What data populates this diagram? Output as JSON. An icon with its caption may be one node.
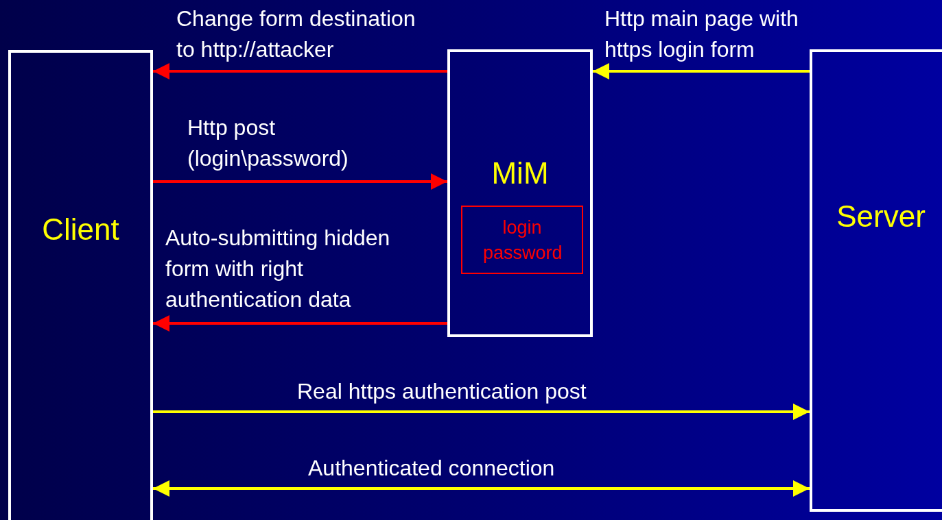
{
  "diagram": {
    "nodes": [
      {
        "text": [
          "Client"
        ]
      },
      {
        "text": [
          "MiM"
        ]
      },
      {
        "text": [
          "login password"
        ],
        "in": 1
      },
      {
        "text": [
          "Server"
        ]
      }
    ],
    "edges": [
      {
        "from": 1,
        "to": 0,
        "arrow": "to",
        "label": "Change form destination to http://attacker",
        "color": "#ff0000"
      },
      {
        "from": 3,
        "to": 1,
        "arrow": "to",
        "label": "Http main page with https login form",
        "color": "#ffff00"
      },
      {
        "from": 0,
        "to": 1,
        "arrow": "to",
        "label": "Http post (login\\password)",
        "color": "#ff0000"
      },
      {
        "from": 1,
        "to": 0,
        "arrow": "to",
        "label": "Auto-submitting hidden form with right authentication data",
        "color": "#ff0000"
      },
      {
        "from": 0,
        "to": 3,
        "arrow": "to",
        "label": "Real https authentication post",
        "color": "#ffff00"
      },
      {
        "from": 0,
        "to": 3,
        "arrow": "both",
        "label": "Authenticated connection",
        "color": "#ffff00"
      }
    ]
  }
}
